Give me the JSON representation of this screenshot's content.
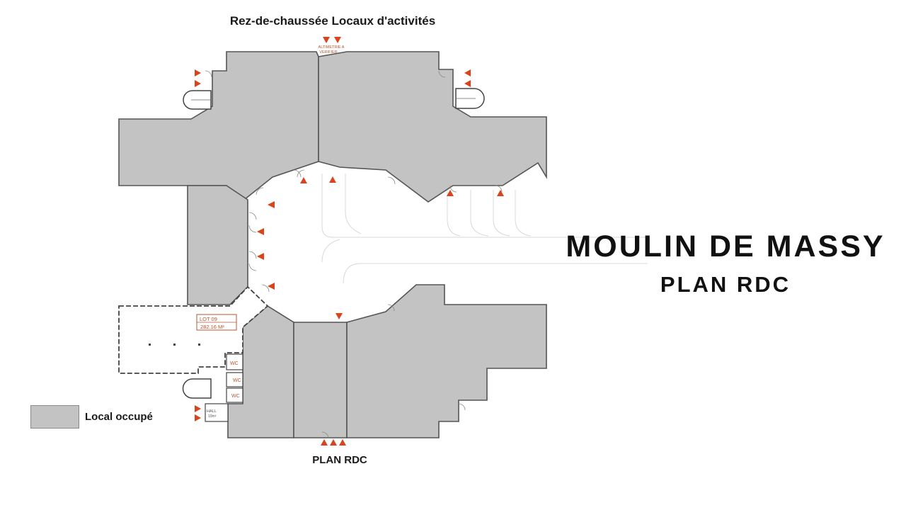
{
  "header": {
    "title": "Rez-de-chaussée Locaux d'activités"
  },
  "main": {
    "title": "MOULIN DE MASSY",
    "subtitle": "PLAN RDC"
  },
  "footer": {
    "title": "PLAN RDC"
  },
  "legend": {
    "label": "Local occupé",
    "color": "#c3c3c3"
  },
  "plan_labels": {
    "altimetry_line1": "ALTIMETRIE A",
    "altimetry_line2": "VERIFIER",
    "lot_line1": "LOT 09",
    "lot_line2": "282.16 M²",
    "wc1": "WC",
    "wc2": "WC",
    "wc3": "WC",
    "hall_line1": "HALL",
    "hall_line2": "10m²"
  },
  "colors": {
    "occupied": "#c3c3c3",
    "wall": "#555555",
    "marker": "#d9441c",
    "label_box": "#b8562e"
  }
}
